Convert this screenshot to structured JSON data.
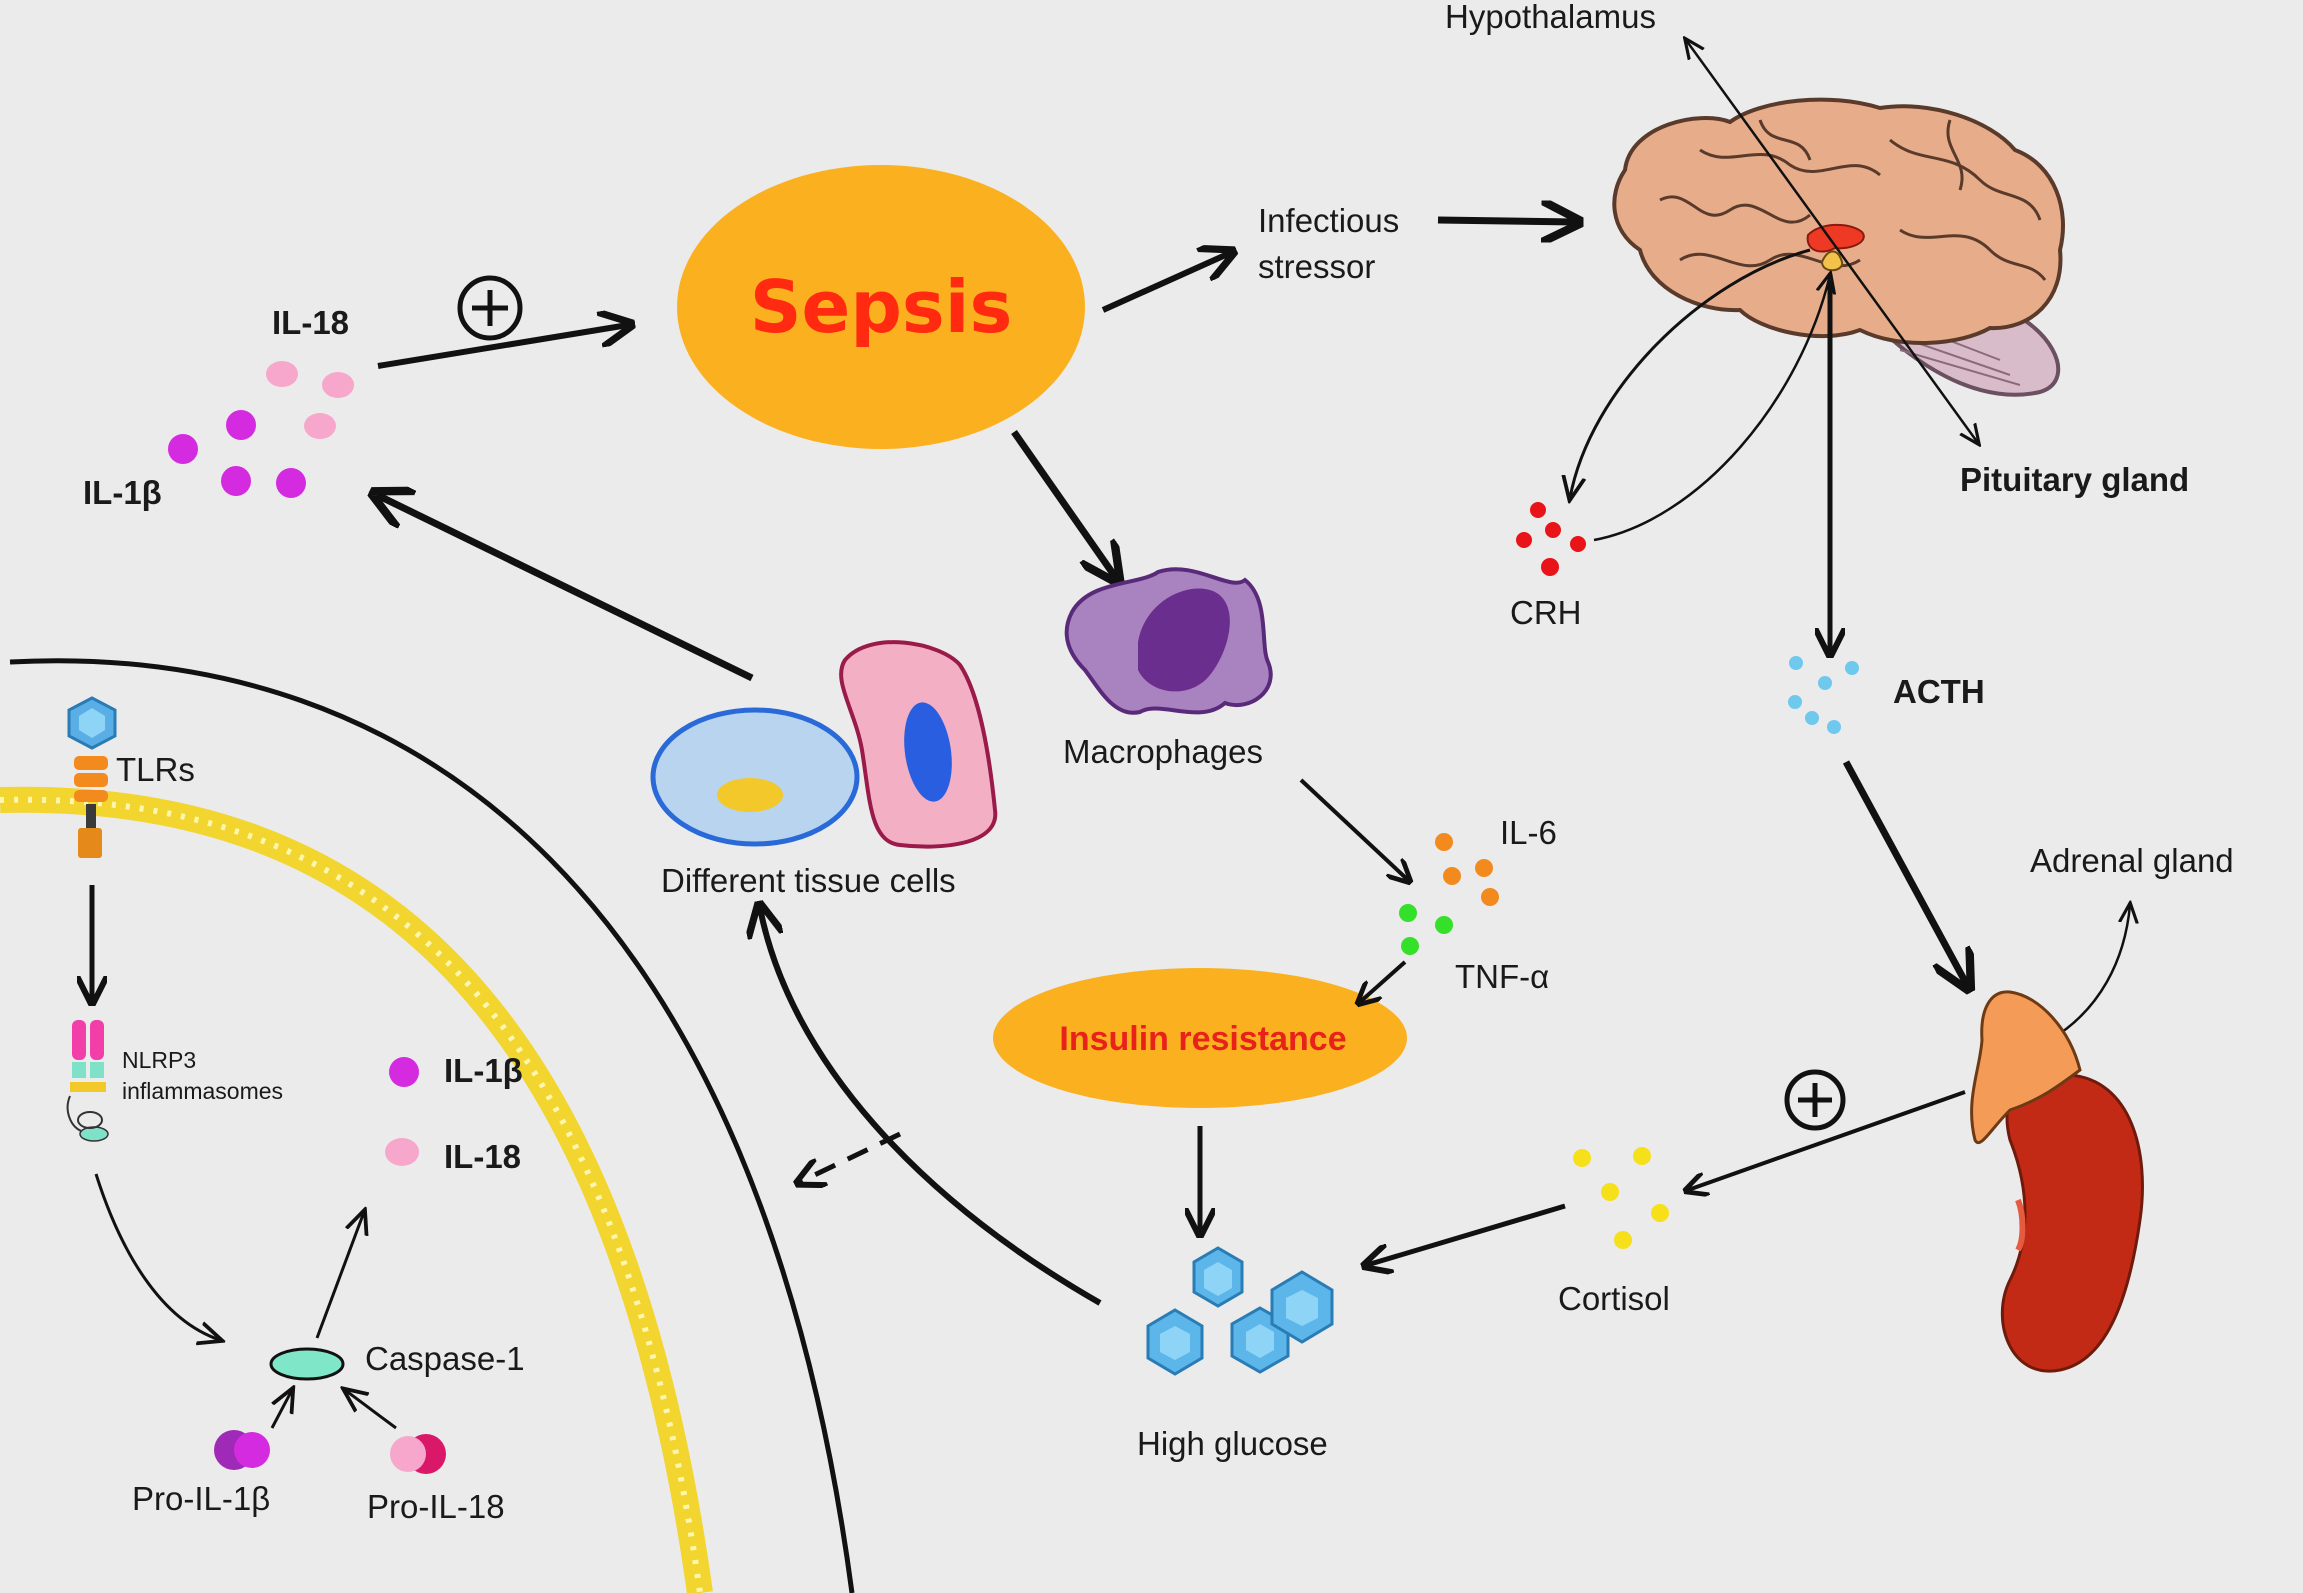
{
  "labels": {
    "sepsis": "Sepsis",
    "infectious_stressor_line1": "Infectious",
    "infectious_stressor_line2": "stressor",
    "hypothalamus": "Hypothalamus",
    "pituitary_gland": "Pituitary gland",
    "crh": "CRH",
    "acth": "ACTH",
    "adrenal_gland": "Adrenal gland",
    "cortisol": "Cortisol",
    "high_glucose": "High glucose",
    "insulin_resistance": "Insulin resistance",
    "il6": "IL-6",
    "tnf": "TNF-α",
    "macrophages": "Macrophages",
    "tissue_cells": "Different tissue cells",
    "il18_top": "IL-18",
    "il1b_top": "IL-1β",
    "tlrs": "TLRs",
    "nlrp3_line1": "NLRP3",
    "nlrp3_line2": "inflammasomes",
    "il1b_cell": "IL-1β",
    "il18_cell": "IL-18",
    "caspase": "Caspase-1",
    "pro_il1b": "Pro-IL-1β",
    "pro_il18": "Pro-IL-18"
  },
  "colors": {
    "background": "#ebebeb",
    "sepsis_fill": "#fbb01f",
    "sepsis_text": "#ff2a10",
    "insulin_fill": "#fbb01f",
    "insulin_text": "#e8221b",
    "il18_dot": "#f7a6cc",
    "il1b_dot": "#d42be0",
    "crh_dot": "#e8141a",
    "acth_dot": "#6fc8ee",
    "il6_dot": "#f28a1e",
    "tnf_dot": "#35e02b",
    "cortisol_dot": "#f5e01a",
    "glucose_crystal": "#5cb6ea",
    "membrane": "#f2d52e",
    "brain": "#e7ad8b",
    "adrenal_cortex": "#f59b58",
    "kidney": "#c32a15"
  },
  "icons": {
    "plus_symbols": [
      "plus-circle-icon",
      "plus-circle-icon"
    ]
  }
}
